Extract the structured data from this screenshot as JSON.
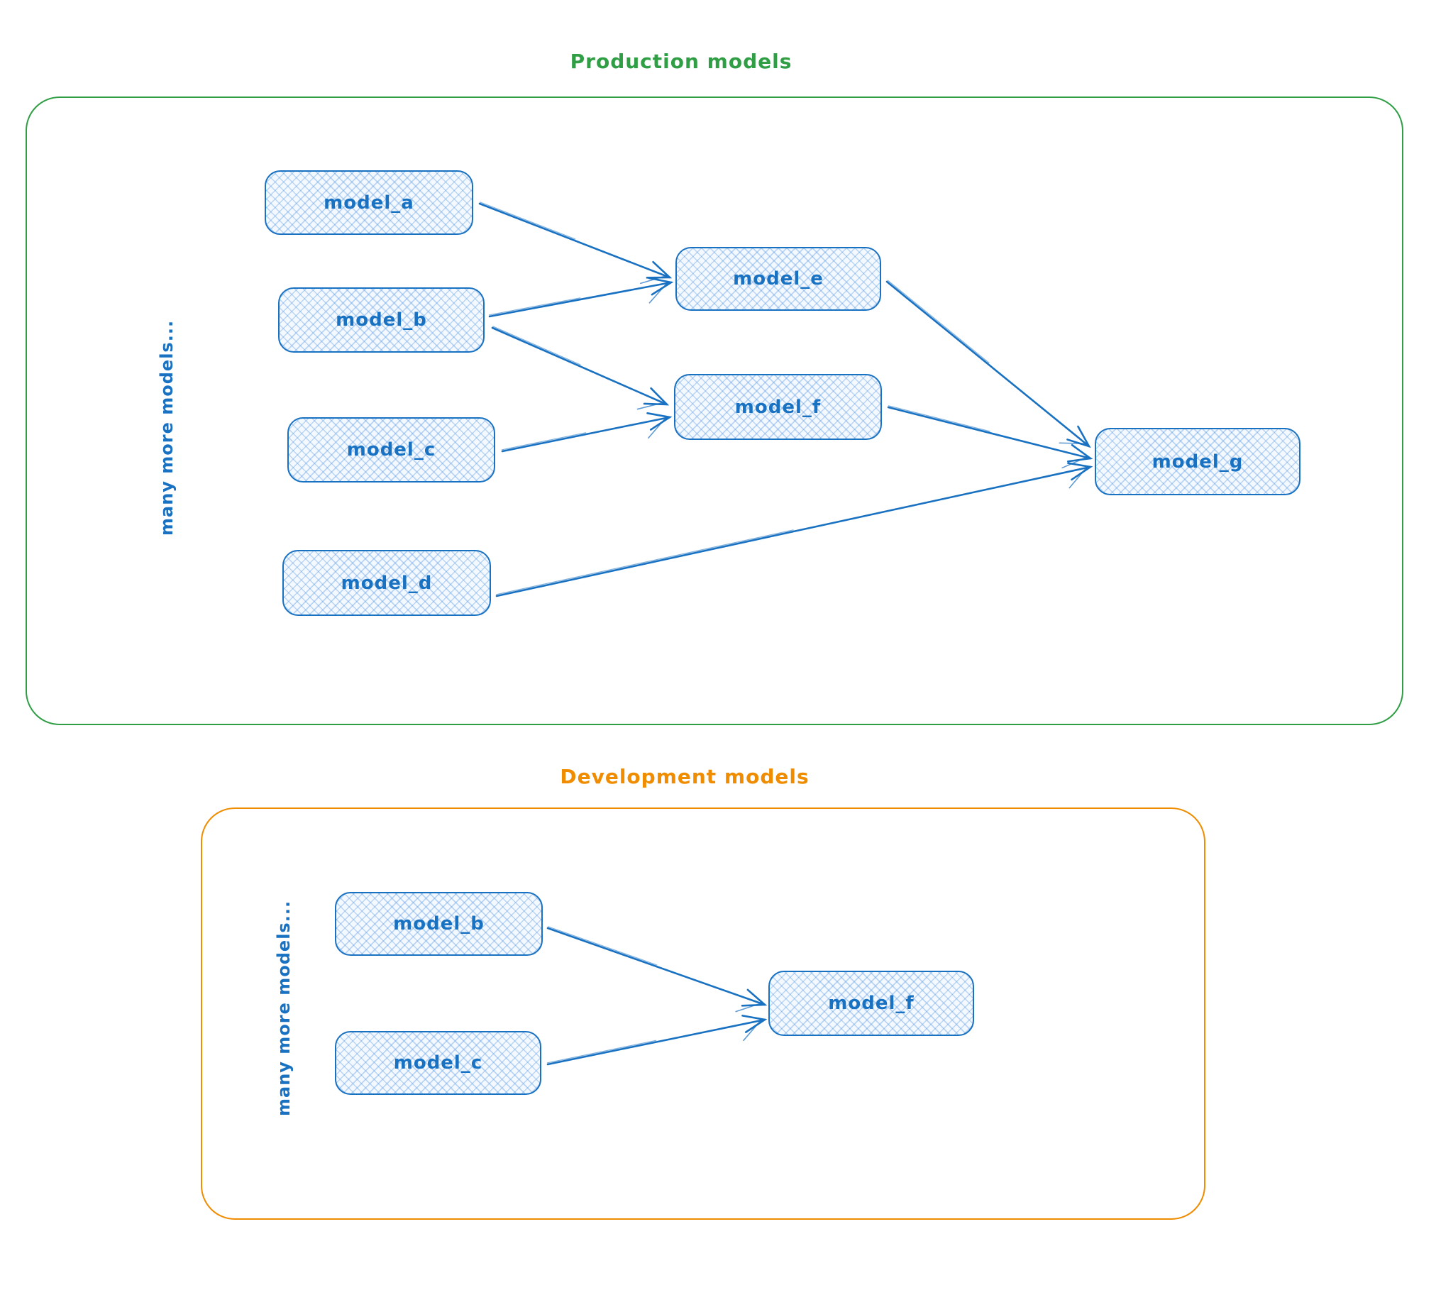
{
  "diagram": {
    "node_stroke_color": "#1971c2",
    "node_fill_color": "#e7f1fc",
    "sections": [
      {
        "id": "production",
        "title": "Production models",
        "accent_color": "#2f9e44",
        "side_label": "many more models...",
        "nodes": [
          {
            "id": "model_a",
            "label": "model_a"
          },
          {
            "id": "model_b",
            "label": "model_b"
          },
          {
            "id": "model_c",
            "label": "model_c"
          },
          {
            "id": "model_d",
            "label": "model_d"
          },
          {
            "id": "model_e",
            "label": "model_e"
          },
          {
            "id": "model_f",
            "label": "model_f"
          },
          {
            "id": "model_g",
            "label": "model_g"
          }
        ],
        "edges": [
          {
            "from": "model_a",
            "to": "model_e"
          },
          {
            "from": "model_b",
            "to": "model_e"
          },
          {
            "from": "model_b",
            "to": "model_f"
          },
          {
            "from": "model_c",
            "to": "model_f"
          },
          {
            "from": "model_e",
            "to": "model_g"
          },
          {
            "from": "model_f",
            "to": "model_g"
          },
          {
            "from": "model_d",
            "to": "model_g"
          }
        ]
      },
      {
        "id": "development",
        "title": "Development models",
        "accent_color": "#f08c00",
        "side_label": "many more models...",
        "nodes": [
          {
            "id": "model_b",
            "label": "model_b"
          },
          {
            "id": "model_c",
            "label": "model_c"
          },
          {
            "id": "model_f",
            "label": "model_f"
          }
        ],
        "edges": [
          {
            "from": "model_b",
            "to": "model_f"
          },
          {
            "from": "model_c",
            "to": "model_f"
          }
        ]
      }
    ]
  }
}
